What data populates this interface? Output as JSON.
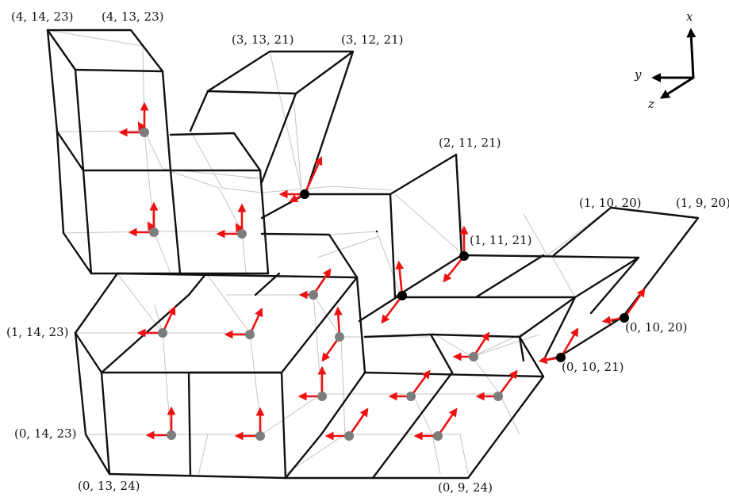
{
  "figure": {
    "vertex_labels": [
      {
        "id": "v-4-14-23",
        "text": "(4, 14, 23)"
      },
      {
        "id": "v-4-13-23",
        "text": "(4, 13, 23)"
      },
      {
        "id": "v-3-13-21",
        "text": "(3, 13, 21)"
      },
      {
        "id": "v-3-12-21",
        "text": "(3, 12, 21)"
      },
      {
        "id": "v-2-11-21",
        "text": "(2, 11, 21)"
      },
      {
        "id": "v-1-10-20",
        "text": "(1, 10, 20)"
      },
      {
        "id": "v-1-9-20",
        "text": "(1, 9, 20)"
      },
      {
        "id": "v-1-11-21",
        "text": "(1, 11, 21)"
      },
      {
        "id": "v-0-10-20",
        "text": "(0, 10, 20)"
      },
      {
        "id": "v-0-10-21",
        "text": "(0, 10, 21)"
      },
      {
        "id": "v-1-14-23",
        "text": "(1, 14, 23)"
      },
      {
        "id": "v-0-14-23",
        "text": "(0, 14, 23)"
      },
      {
        "id": "v-0-13-24",
        "text": "(0, 13, 24)"
      },
      {
        "id": "v-0-9-24",
        "text": "(0, 9, 24)"
      }
    ],
    "axes": {
      "x": "x",
      "y": "y",
      "z": "z"
    },
    "colors": {
      "edge": "#111111",
      "hidden_edge": "#c4c4c4",
      "vector": "#ee1111",
      "cell_center": "#7d7d7d",
      "vertex_dot": "#000000"
    }
  }
}
